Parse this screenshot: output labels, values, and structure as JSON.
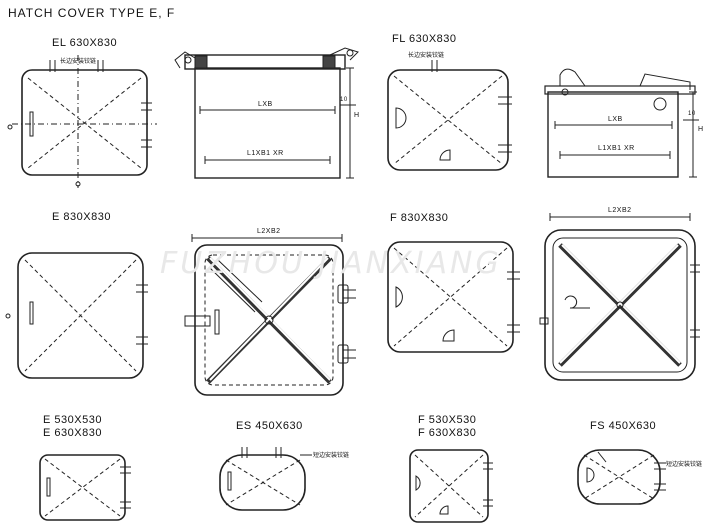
{
  "title": "HATCH COVER TYPE E, F",
  "watermark": "FUZHOU JIANXIANG",
  "labels": {
    "el": "EL  630X830",
    "fl": "FL  630X830",
    "e830": "E  830X830",
    "f830": "F  830X830",
    "e530": "E  530X530",
    "e630": "E  630X830",
    "es": "ES  450X630",
    "f530": "F  530X530",
    "f630": "F  630X830",
    "fs": "FS  450X630"
  },
  "dimension_labels": {
    "lxb_1": "LXB",
    "l1xb1_1": "L1XB1 XR",
    "ten_1": "10",
    "h_1": "H",
    "lxb_2": "LXB",
    "l1xb1_2": "L1XB1 XR",
    "ten_2": "10",
    "h_2": "H",
    "l2xb2_1": "L2XB2",
    "l2xb2_2": "L2XB2"
  },
  "notes": {
    "fl_note": "长边安装铰链",
    "el_note": "长边安装铰链",
    "es_note": "短边安装铰链",
    "fs_note": "短边安装铰链"
  },
  "colors": {
    "line": "#222222",
    "watermark": "#e6e6e6"
  }
}
